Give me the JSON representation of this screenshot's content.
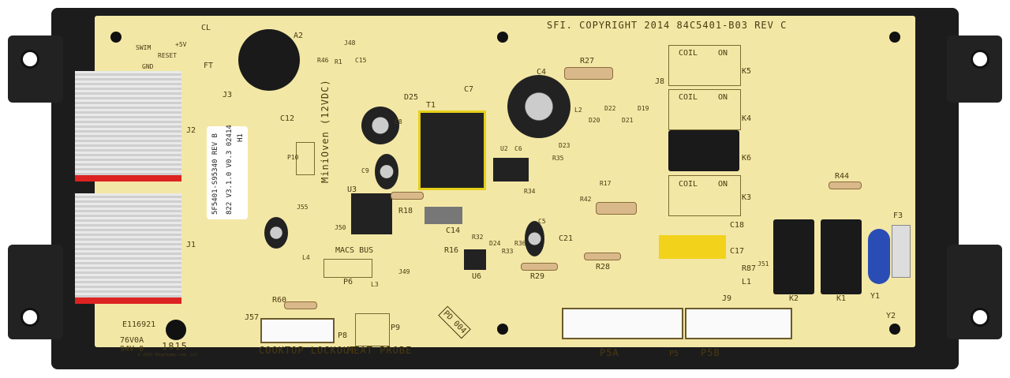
{
  "board": {
    "copyright": "SFI. COPYRIGHT 2014  84C5401-B03 REV C",
    "sticker": {
      "line1": "5F5401-S95340  REV B",
      "line2": "822  V3.1.0  V0.3  02414",
      "code": "H1"
    },
    "miniOven": "MiniOven (12VDC)",
    "macsBus": "MACS BUS",
    "cooktop": "COOKTOP LOCKOUT",
    "meatProbe": "MEAT PROBE",
    "ul": "E116921",
    "rating1": "76V0A",
    "rating2": "94V-0",
    "date": "1815",
    "watermark": "© 2023 ShopJimmy.com, LLC",
    "p5a": "P5A",
    "p5b": "P5B",
    "p5": "P5",
    "stamp": "PD 004",
    "labels": [
      "CL",
      "FT",
      "A2",
      "J48",
      "R46",
      "R1",
      "C15",
      "SWIM",
      "GND",
      "RESET",
      "+5V",
      "J3",
      "J2",
      "J1",
      "C12",
      "P10",
      "J55",
      "L4",
      "J50",
      "U3",
      "R18",
      "C14",
      "R16",
      "U6",
      "P6",
      "L3",
      "J49",
      "R60",
      "J57",
      "P8",
      "P9",
      "D25",
      "C7",
      "T1",
      "C9",
      "C8",
      "R27",
      "C4",
      "L2",
      "D20",
      "D22",
      "D21",
      "D19",
      "U2",
      "C6",
      "D23",
      "R35",
      "R34",
      "R17",
      "R42",
      "R32",
      "D24",
      "R33",
      "R36",
      "C5",
      "R29",
      "C21",
      "R28",
      "C18",
      "C17",
      "R87",
      "L1",
      "J9",
      "J8",
      "K5",
      "K4",
      "K6",
      "K3",
      "R44",
      "F3",
      "K2",
      "K1",
      "Y1",
      "Y2",
      "J51"
    ],
    "relay_text": [
      "COIL",
      "ON",
      "COIL",
      "ON",
      "COIL",
      "ON"
    ]
  },
  "colors": {
    "board": "#f3e7a6",
    "housing": "#1c1c1c",
    "ribbon_stripe": "#d22222",
    "capacitor_yellow": "#f2d21b",
    "varistor": "#2a4db5"
  }
}
